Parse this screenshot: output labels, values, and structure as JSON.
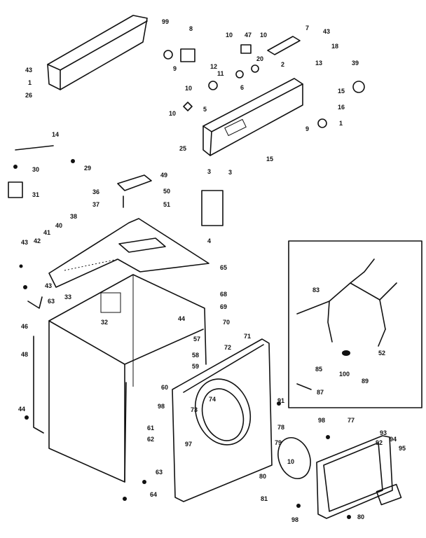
{
  "callouts": [
    "99",
    "8",
    "10",
    "47",
    "10",
    "7",
    "43",
    "18",
    "43",
    "1",
    "26",
    "9",
    "12",
    "11",
    "20",
    "2",
    "13",
    "39",
    "10",
    "6",
    "15",
    "5",
    "16",
    "10",
    "9",
    "1",
    "3",
    "25",
    "15",
    "3",
    "14",
    "30",
    "29",
    "31",
    "49",
    "36",
    "50",
    "37",
    "51",
    "38",
    "4",
    "43",
    "42",
    "41",
    "40",
    "65",
    "43",
    "63",
    "33",
    "68",
    "69",
    "46",
    "32",
    "44",
    "70",
    "57",
    "71",
    "72",
    "48",
    "58",
    "59",
    "60",
    "73",
    "74",
    "98",
    "61",
    "62",
    "97",
    "91",
    "85",
    "100",
    "52",
    "89",
    "87",
    "83",
    "98",
    "77",
    "78",
    "79",
    "93",
    "92",
    "94",
    "95",
    "10",
    "44",
    "63",
    "80",
    "81",
    "98",
    "80",
    "64"
  ],
  "diagram": {
    "inset_label": "83"
  }
}
